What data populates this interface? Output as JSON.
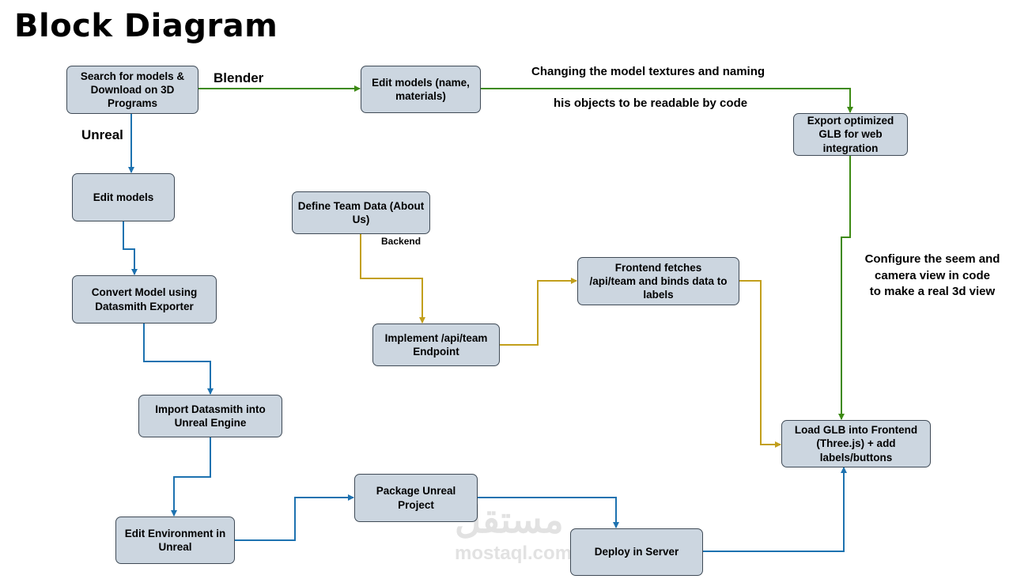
{
  "title": "Block Diagram",
  "colors": {
    "green": "#3d8a13",
    "blue": "#1d72b0",
    "gold": "#c29f1c",
    "node_fill": "#ccd6e0",
    "node_border": "#3f4a56"
  },
  "nodes": {
    "search": "Search for models &\nDownload on 3D\nPrograms",
    "edit_models_name": "Edit models (name,\nmaterials)",
    "export_glb": "Export optimized\nGLB for web\nintegration",
    "edit_models": "Edit models",
    "define_team": "Define Team Data (About\nUs)",
    "convert_model": "Convert Model using\nDatasmith Exporter",
    "frontend_fetches": "Frontend fetches\n/api/team and binds data to\nlabels",
    "implement_api": "Implement /api/team\nEndpoint",
    "import_datasmith": "Import Datasmith into\nUnreal Engine",
    "load_glb": "Load GLB into Frontend\n(Three.js) + add\nlabels/buttons",
    "package_unreal": "Package Unreal\nProject",
    "edit_environment": "Edit Environment in\nUnreal",
    "deploy_server": "Deploy in Server"
  },
  "edge_labels": {
    "blender": "Blender",
    "unreal": "Unreal",
    "textures_line1": "Changing the model textures and naming",
    "textures_line2": "his objects to be readable by code",
    "backend": "Backend",
    "configure": "Configure the seem and\ncamera view in code\nto make a real 3d view"
  },
  "watermark": {
    "arabic": "مستقل",
    "latin": "mostaql.com"
  }
}
